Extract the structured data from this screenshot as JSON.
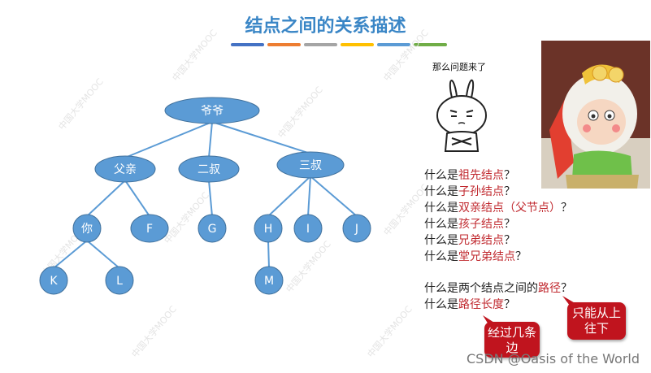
{
  "title": "结点之间的关系描述",
  "stripe_colors": [
    "#4472c4",
    "#ed7d31",
    "#a5a5a5",
    "#ffc000",
    "#5b9bd5",
    "#70ad47"
  ],
  "node_fill": "#5b9bd5",
  "edge_color": "#5b9bd5",
  "tree": {
    "nodes": [
      {
        "id": "root",
        "label": "爷爷"
      },
      {
        "id": "father",
        "label": "父亲"
      },
      {
        "id": "uncle2",
        "label": "二叔"
      },
      {
        "id": "uncle3",
        "label": "三叔"
      },
      {
        "id": "you",
        "label": "你"
      },
      {
        "id": "F",
        "label": "F"
      },
      {
        "id": "G",
        "label": "G"
      },
      {
        "id": "H",
        "label": "H"
      },
      {
        "id": "I",
        "label": "I"
      },
      {
        "id": "J",
        "label": "J"
      },
      {
        "id": "K",
        "label": "K"
      },
      {
        "id": "L",
        "label": "L"
      },
      {
        "id": "M",
        "label": "M"
      }
    ],
    "edges": [
      [
        "root",
        "father"
      ],
      [
        "root",
        "uncle2"
      ],
      [
        "root",
        "uncle3"
      ],
      [
        "father",
        "you"
      ],
      [
        "father",
        "F"
      ],
      [
        "uncle2",
        "G"
      ],
      [
        "uncle3",
        "H"
      ],
      [
        "uncle3",
        "I"
      ],
      [
        "uncle3",
        "J"
      ],
      [
        "you",
        "K"
      ],
      [
        "you",
        "L"
      ],
      [
        "H",
        "M"
      ]
    ]
  },
  "bunny_caption": "那么问题来了",
  "questions": [
    {
      "pre": "什么是",
      "hl": "祖先结点",
      "post": "？"
    },
    {
      "pre": "什么是",
      "hl": "子孙结点",
      "post": "？"
    },
    {
      "pre": "什么是",
      "hl": "双亲结点（父节点）",
      "post": "？"
    },
    {
      "pre": "什么是",
      "hl": "孩子结点",
      "post": "？"
    },
    {
      "pre": "什么是",
      "hl": "兄弟结点",
      "post": "？"
    },
    {
      "pre": "什么是",
      "hl": "堂兄弟结点",
      "post": "？"
    }
  ],
  "questions2": [
    {
      "pre": "什么是两个结点之间的",
      "hl": "路径",
      "post": "？"
    },
    {
      "pre": "什么是",
      "hl": "路径长度",
      "post": "？"
    }
  ],
  "callouts": {
    "edges_count": "经过几条边",
    "top_down": "只能从上往下"
  },
  "watermark": "CSDN @Oasis of the World",
  "background_watermark": "中国大学MOOC"
}
